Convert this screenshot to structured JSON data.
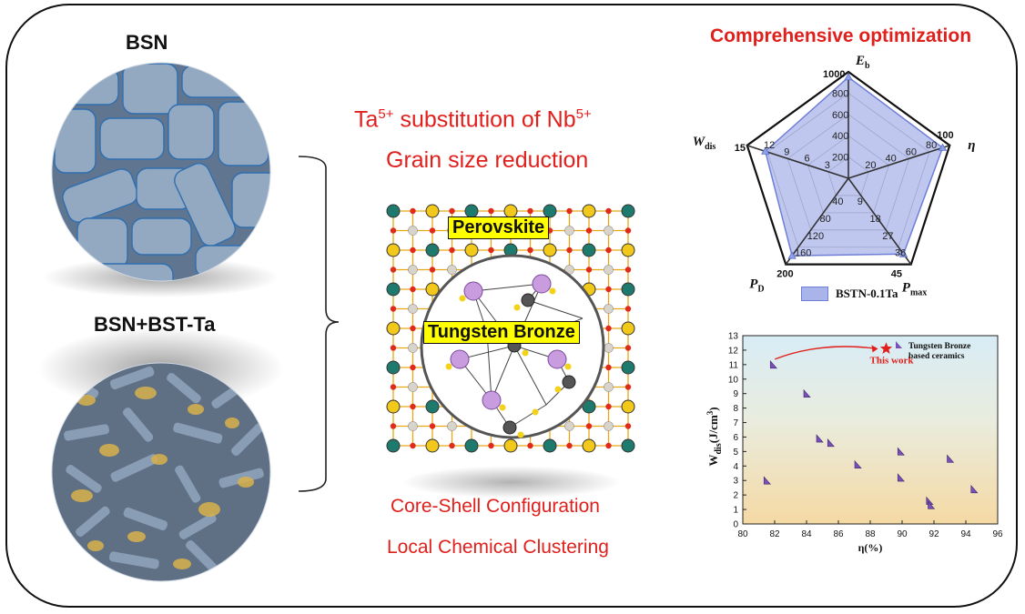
{
  "left": {
    "top_label": "BSN",
    "bottom_label": "BSN+BST-Ta"
  },
  "center": {
    "line1_main": "Ta",
    "line1_sup1": "5+",
    "line1_mid": " substitution of Nb",
    "line1_sup2": "5+",
    "line2": "Grain size reduction",
    "perovskite": "Perovskite",
    "tungsten_bronze": "Tungsten Bronze",
    "line3": "Core-Shell Configuration",
    "line4": "Local Chemical Clustering"
  },
  "radar": {
    "title": "Comprehensive optimization",
    "legend": "BSTN-0.1Ta",
    "axes": [
      {
        "name": "E",
        "sub": "b",
        "max_label": "1000",
        "ticks": [
          "200",
          "400",
          "600",
          "800"
        ],
        "value_frac": 0.95
      },
      {
        "name": "η",
        "sub": "",
        "max_label": "100",
        "ticks": [
          "20",
          "40",
          "60",
          "80"
        ],
        "value_frac": 0.93
      },
      {
        "name": "P",
        "sub": "max",
        "max_label": "45",
        "ticks": [
          "9",
          "18",
          "27",
          "36"
        ],
        "value_frac": 0.88
      },
      {
        "name": "P",
        "sub": "D",
        "max_label": "200",
        "ticks": [
          "40",
          "80",
          "120",
          "160"
        ],
        "value_frac": 0.9
      },
      {
        "name": "W",
        "sub": "dis",
        "max_label": "15",
        "ticks": [
          "3",
          "6",
          "9",
          "12"
        ],
        "value_frac": 0.82
      }
    ],
    "colors": {
      "fill": "#a9b4ea",
      "stroke": "#6f7fd8",
      "outline": "#111111"
    }
  },
  "chart_data": {
    "type": "scatter",
    "xlabel": "η(%)",
    "ylabel_main": "W",
    "ylabel_sub": "dis",
    "ylabel_unit": "(J/cm",
    "ylabel_sup": "3",
    "ylabel_close": ")",
    "xlim": [
      80,
      96
    ],
    "ylim": [
      0,
      13
    ],
    "xticks": [
      "80",
      "82",
      "84",
      "86",
      "88",
      "90",
      "92",
      "94",
      "96"
    ],
    "yticks": [
      "0",
      "1",
      "2",
      "3",
      "4",
      "5",
      "6",
      "7",
      "8",
      "9",
      "10",
      "11",
      "12",
      "13"
    ],
    "legend_line1": "Tungsten Bronze",
    "legend_line2": "based ceramics",
    "annotation": "This work",
    "series": [
      {
        "name": "Tungsten Bronze based ceramics",
        "points": [
          [
            81.9,
            11.0
          ],
          [
            84.0,
            9.0
          ],
          [
            84.8,
            5.9
          ],
          [
            85.5,
            5.6
          ],
          [
            87.2,
            4.1
          ],
          [
            81.5,
            3.0
          ],
          [
            89.9,
            5.0
          ],
          [
            89.9,
            3.2
          ],
          [
            91.7,
            1.6
          ],
          [
            91.8,
            1.3
          ],
          [
            93.0,
            4.5
          ],
          [
            94.5,
            2.4
          ]
        ]
      }
    ],
    "this_work": [
      89.0,
      12.1
    ],
    "colors": {
      "marker": "#7a4fb8",
      "star": "#e0201c",
      "bg_top": "#d8ecf6",
      "bg_bottom": "#f5d9a4"
    }
  }
}
